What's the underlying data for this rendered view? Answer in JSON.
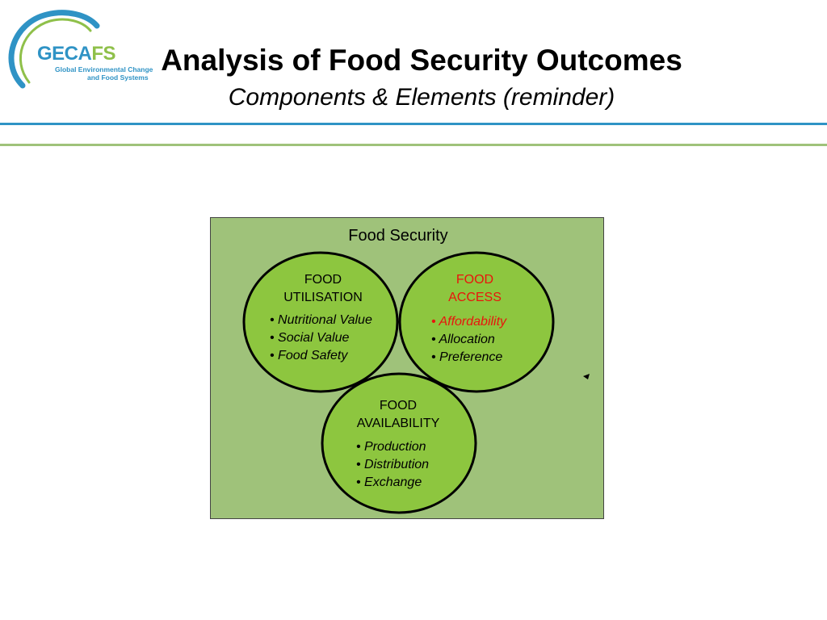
{
  "logo": {
    "name_part1": "GECA",
    "name_part2": "FS",
    "line1": "Global Environmental Change",
    "line2": "and Food Systems"
  },
  "header": {
    "title": "Analysis of Food Security Outcomes",
    "subtitle": "Components & Elements (reminder)"
  },
  "diagram": {
    "title": "Food Security",
    "utilisation": {
      "heading_1": "FOOD",
      "heading_2": "UTILISATION",
      "items": [
        "• Nutritional Value",
        "• Social Value",
        "• Food Safety"
      ]
    },
    "access": {
      "heading_1": "FOOD",
      "heading_2": "ACCESS",
      "items": [
        "• Affordability",
        "• Allocation",
        "• Preference"
      ]
    },
    "availability": {
      "heading_1": "FOOD",
      "heading_2": "AVAILABILITY",
      "items": [
        "• Production",
        "• Distribution",
        "• Exchange"
      ]
    }
  },
  "colors": {
    "brand_blue": "#2f93c5",
    "brand_green": "#8fc04a",
    "box_fill": "#9fc27a",
    "circle_fill": "#8dc63f",
    "accent_red": "#e8150c"
  }
}
